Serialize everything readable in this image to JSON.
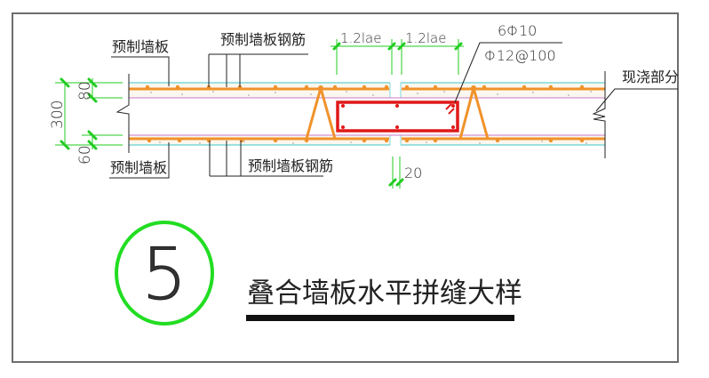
{
  "drawing": {
    "title": "叠合墙板水平拼缝大样",
    "detail_number": "5",
    "labels": {
      "precast_wall_top": "预制墙板",
      "precast_wall_rebar_top": "预制墙板钢筋",
      "precast_wall_bottom": "预制墙板",
      "precast_wall_rebar_bottom": "预制墙板钢筋",
      "cast_in_place": "现浇部分"
    },
    "dimensions": {
      "total_thickness": "300",
      "top_layer": "80",
      "bottom_layer": "60",
      "lap_left": "1.2lae",
      "lap_right": "1.2lae",
      "joint_gap": "20"
    },
    "rebar_callout": {
      "longitudinal": "6Φ10",
      "stirrup": "Φ12@100"
    },
    "colors": {
      "rebar_orange": "#f0922a",
      "stirrup_red": "#e01818",
      "dimension_green": "#22cc22",
      "face_cyan": "#7fd8d8",
      "inner_magenta": "#c878c8",
      "detail_circle_green": "#22dd22",
      "frame_gray": "#6e6e6e"
    }
  }
}
